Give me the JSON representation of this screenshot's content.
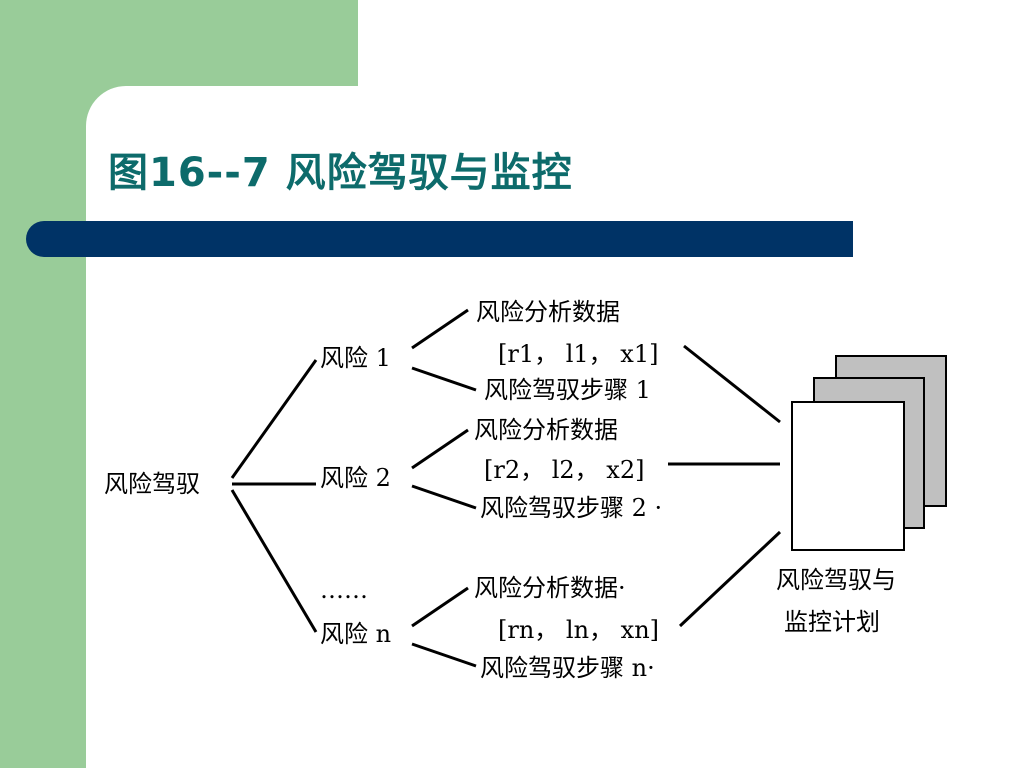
{
  "slide": {
    "title": "图16--7  风险驾驭与监控",
    "colors": {
      "green": "#99cc99",
      "bar": "#003366",
      "title": "#0d6b6b"
    }
  },
  "diagram": {
    "root": "风险驾驭",
    "risks": [
      {
        "label": "风险 1",
        "analysis": "风险分析数据",
        "vector": "[r1， l1， x1]",
        "steps": "风险驾驭步骤 1"
      },
      {
        "label": "风险 2",
        "analysis": "风险分析数据",
        "vector": "[r2， l2， x2]",
        "steps": "风险驾驭步骤 2 ·"
      },
      {
        "label": "风险 n",
        "analysis": "风险分析数据·",
        "vector": "[rn， ln， xn]",
        "steps": "风险驾驭步骤 n·"
      }
    ],
    "ellipsis": "……",
    "plan_line1": "风险驾驭与",
    "plan_line2": "监控计划"
  }
}
